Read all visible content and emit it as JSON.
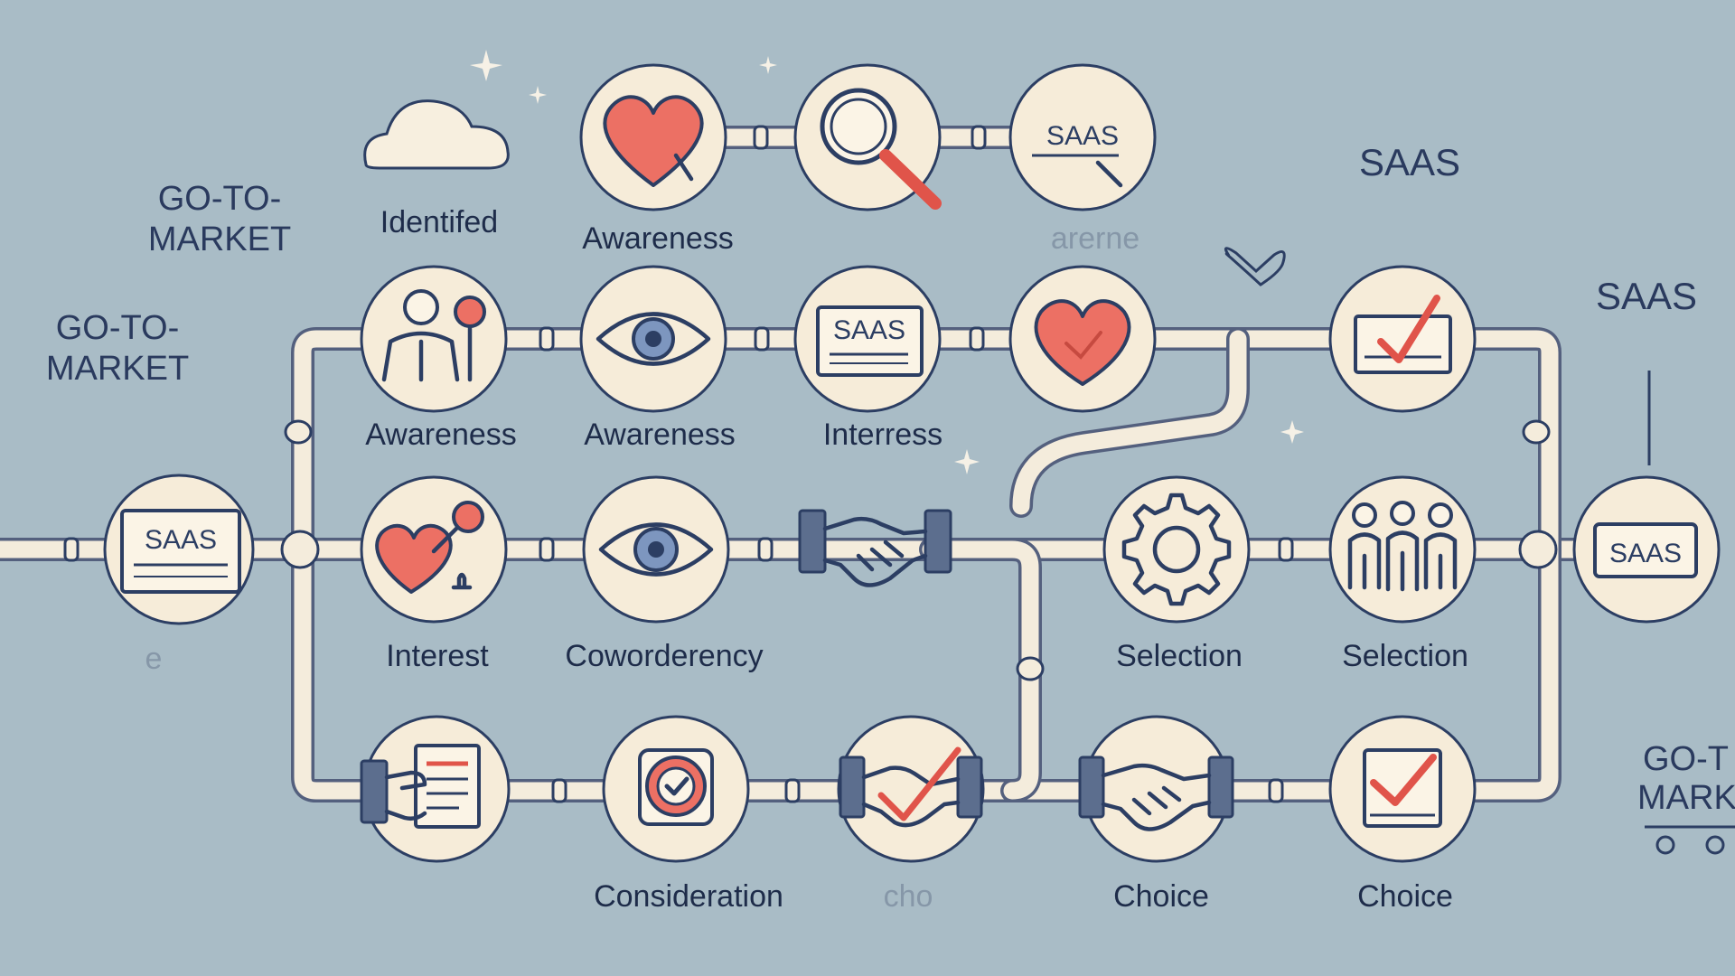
{
  "diagram": {
    "title_left_top": [
      "GO-TO-",
      "MARKET"
    ],
    "title_left_mid": [
      "GO-TO-",
      "MARKET"
    ],
    "title_right_bottom": [
      "GO-T",
      "MARK"
    ],
    "saas_header_1": "SAAS",
    "saas_header_2": "SAAS",
    "labels": {
      "identified": "Identifed",
      "awareness_top": "Awareness",
      "arerness_faded": "arerne",
      "awareness_r2a": "Awareness",
      "awareness_r2b": "Awareness",
      "interress": "Interress",
      "interest": "Interest",
      "coworderency": "Coworderency",
      "selection_1": "Selection",
      "selection_2": "Selection",
      "consideration": "Consideration",
      "echo_faded": "cho",
      "choice_1": "Choice",
      "choice_2": "Choice",
      "small_faded": "e"
    },
    "icon_texts": {
      "saas_top": "SAAS",
      "saas_row2": "SAAS",
      "saas_left": "SAAS",
      "saas_right": "SAAS"
    },
    "colors": {
      "background": "#a9bcc6",
      "node_fill": "#f6ecd9",
      "outline": "#2c3e63",
      "accent_red": "#ec7064"
    },
    "icons": [
      "cloud-icon",
      "heart-icon",
      "magnifier-icon",
      "saas-sign-icon",
      "person-heart-icon",
      "eye-icon",
      "saas-card-icon",
      "heart-check-icon",
      "checkbox-board-icon",
      "saas-board-icon",
      "heart-key-icon",
      "handshake-icon",
      "gear-icon",
      "people-icon",
      "document-hand-icon",
      "check-badge-icon",
      "handshake-check-icon",
      "checkbox-icon"
    ]
  }
}
